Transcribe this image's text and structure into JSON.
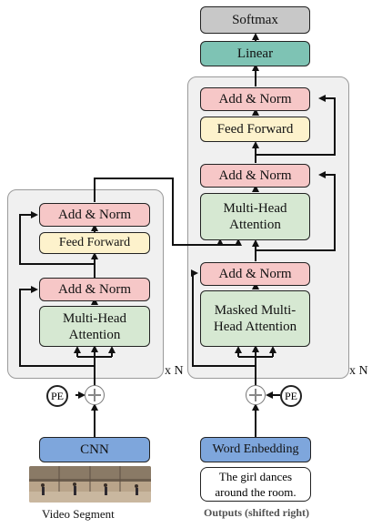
{
  "decoder": {
    "softmax": "Softmax",
    "linear": "Linear",
    "top_add_norm": "Add & Norm",
    "feed_forward": "Feed Forward",
    "mid_add_norm": "Add & Norm",
    "cross_attention": "Multi-Head Attention",
    "bottom_add_norm": "Add & Norm",
    "masked_attention": "Masked Multi-Head Attention",
    "repeat": "x N",
    "pe": "PE",
    "word_embedding": "Word Enbedding",
    "caption": "The girl dances around the room.",
    "output_label": "Outputs (shifted right)"
  },
  "encoder": {
    "top_add_norm": "Add & Norm",
    "feed_forward": "Feed Forward",
    "bottom_add_norm": "Add & Norm",
    "attention": "Multi-Head Attention",
    "repeat": "x N",
    "pe": "PE",
    "cnn": "CNN",
    "input_label": "Video Segment"
  },
  "colors": {
    "add_norm": "#f6c7c7",
    "feed_forward": "#fdf2cc",
    "attention": "#d6e8d2",
    "linear": "#7ec3b4",
    "softmax": "#c8c8c8",
    "embedding": "#7ea6dc",
    "stack_bg": "#f0f0f0"
  }
}
